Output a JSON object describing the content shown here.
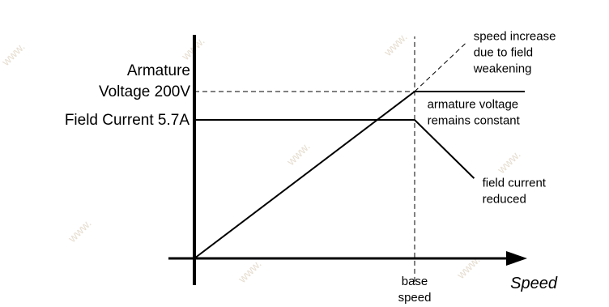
{
  "chart_data": {
    "type": "line",
    "title": "",
    "xlabel": "Speed",
    "ylabel": "",
    "grid": false,
    "legend": "none",
    "x_unit_note": "base speed = 1",
    "xlim": [
      0,
      1.5
    ],
    "ylim": [
      0,
      1.34
    ],
    "x_tick": {
      "value": 1,
      "label": [
        "base",
        "speed"
      ]
    },
    "y_labels": [
      {
        "value": 1,
        "label": [
          "Armature",
          "Voltage 200V"
        ]
      },
      {
        "value": 0.83,
        "label": [
          "Field Current 5.7A"
        ]
      }
    ],
    "series": [
      {
        "id": "armature-voltage",
        "style": "solid",
        "points": [
          [
            0,
            0
          ],
          [
            1,
            1
          ],
          [
            1.5,
            1
          ]
        ]
      },
      {
        "id": "speed-extension",
        "style": "dashed",
        "points": [
          [
            1,
            1
          ],
          [
            1.24,
            1.3
          ]
        ]
      },
      {
        "id": "field-current",
        "style": "solid",
        "points": [
          [
            0,
            0.83
          ],
          [
            1,
            0.83
          ],
          [
            1.27,
            0.48
          ]
        ]
      }
    ],
    "reference_lines": [
      {
        "id": "voltage-ref",
        "style": "dashed",
        "y": 1,
        "x_from": 0,
        "x_to": 1
      },
      {
        "id": "base-speed-ref",
        "style": "dashed",
        "x": 1,
        "y_from": -0.14,
        "y_to": 1.33
      }
    ],
    "annotations": [
      {
        "id": "speed-increase",
        "text": [
          "speed increase",
          "due to field",
          "weakening"
        ],
        "x": 1.26,
        "y": 1.29
      },
      {
        "id": "armature-voltage",
        "text": [
          "armature voltage",
          "remains constant"
        ],
        "x": 1.05,
        "y": 0.88
      },
      {
        "id": "field-current",
        "text": [
          "field current",
          "reduced"
        ],
        "x": 1.3,
        "y": 0.41
      }
    ]
  }
}
